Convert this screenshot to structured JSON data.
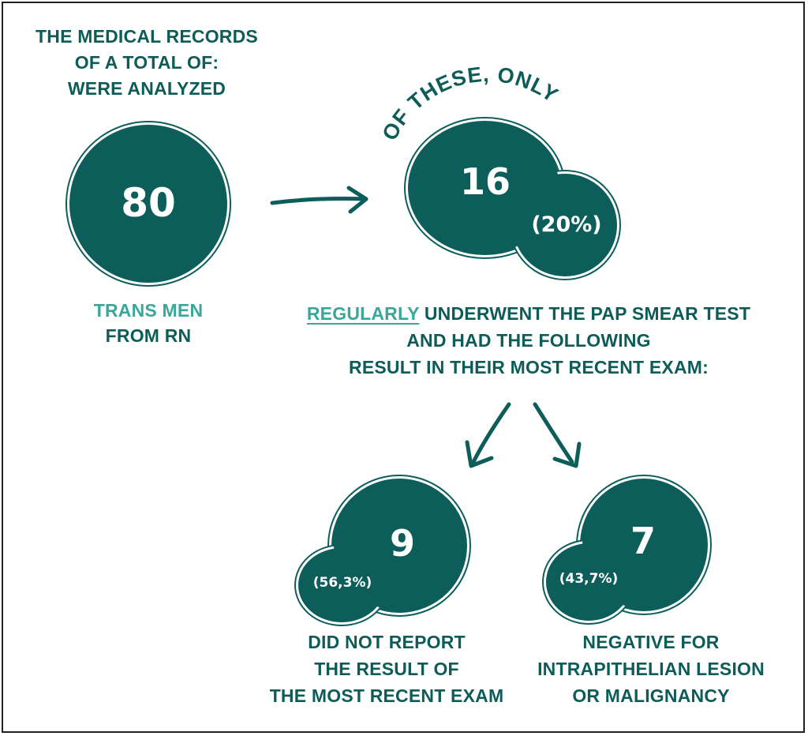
{
  "intro": {
    "line1": "THE MEDICAL RECORDS",
    "line2": "OF A TOTAL OF:",
    "line3": "WERE ANALYZED"
  },
  "total": {
    "value": "80",
    "label_line1": "TRANS MEN",
    "label_line2": "FROM RN"
  },
  "subset": {
    "caption": "OF THESE, ONLY",
    "value": "16",
    "percent": "(20%)"
  },
  "description": {
    "emphasis": "REGULARLY",
    "line1_rest": " UNDERWENT THE PAP SMEAR TEST",
    "line2": "AND HAD THE FOLLOWING",
    "line3": "RESULT IN THEIR MOST RECENT EXAM:"
  },
  "outcomes": [
    {
      "value": "9",
      "percent": "(56,3%)",
      "label_line1": "DID NOT REPORT",
      "label_line2": "THE RESULT OF",
      "label_line3": "THE MOST RECENT EXAM"
    },
    {
      "value": "7",
      "percent": "(43,7%)",
      "label_line1": "NEGATIVE FOR",
      "label_line2": "INTRAPITHELIAN LESION",
      "label_line3": "OR MALIGNANCY"
    }
  ],
  "colors": {
    "primary": "#0d5e5b",
    "text": "#0e5c58",
    "accent": "#3aa79b",
    "border": "#222222"
  }
}
